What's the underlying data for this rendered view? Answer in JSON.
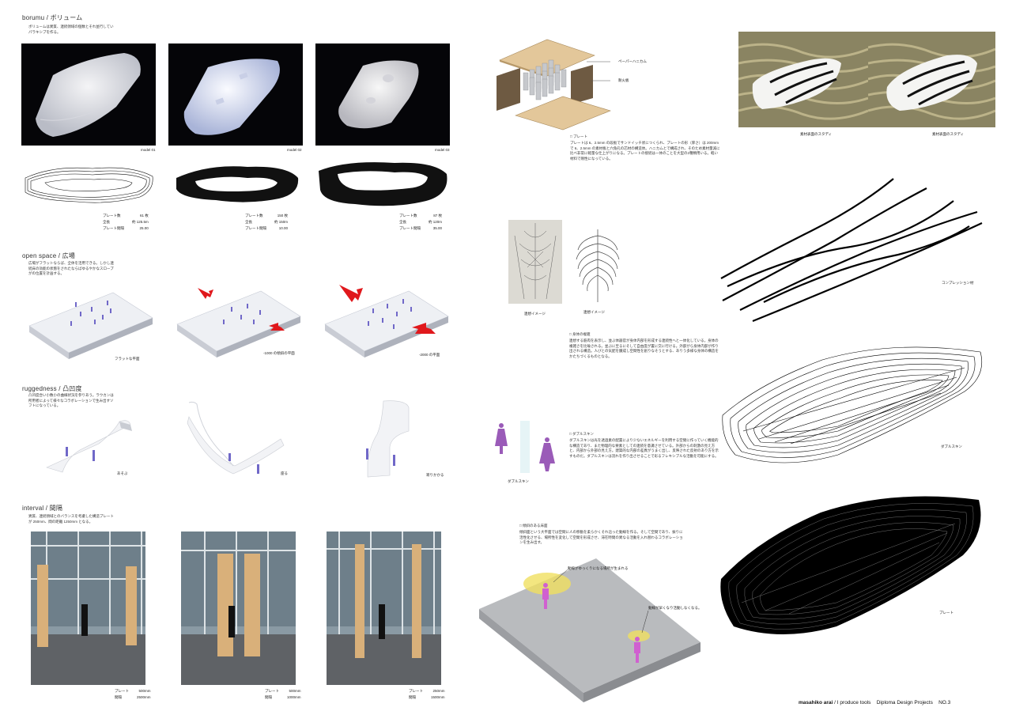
{
  "footer": {
    "author": "masahiko arai",
    "title": "I produce tools",
    "course": "Diploma Design Projects",
    "no": "NO.3"
  },
  "volume": {
    "title": "borumu / ボリューム",
    "desc": "ボリュームは異質、連続領域の個数とそれ並行していパラキシブを作る。",
    "models": [
      {
        "label": "model 01",
        "stats": [
          [
            "プレート数",
            "61 枚"
          ],
          [
            "全長",
            "約 125.5m"
          ],
          [
            "プレート間隔",
            "25.00"
          ]
        ]
      },
      {
        "label": "model 02",
        "stats": [
          [
            "プレート数",
            "150 枚"
          ],
          [
            "全長",
            "約 150m"
          ],
          [
            "プレート間隔",
            "10.00"
          ]
        ]
      },
      {
        "label": "model 03",
        "stats": [
          [
            "プレート数",
            "87 枚"
          ],
          [
            "全長",
            "約 120m"
          ],
          [
            "プレート間隔",
            "35.00"
          ]
        ]
      }
    ]
  },
  "openspace": {
    "title": "open space / 広場",
    "desc": "広場がフラットならば、全体を活用できる。しかし連続床の効能の状態をされたならばゆるやかなスロープがの位置を計画する。",
    "labels": [
      "フラットな平面",
      "-1000 の傾斜の平面",
      "-2000 の平面"
    ]
  },
  "ruggedness": {
    "title": "ruggedness / 凸凹度",
    "desc": "凸凹度合い小数小の曲線状況を参りあう。ラウカンは所用者によって様々なコラボレーションで生み出すソフトになっている。",
    "labels": [
      "あそぶ",
      "座る",
      "寄りかかる"
    ]
  },
  "interval": {
    "title": "interval / 間隔",
    "desc": "異質、連続領域とのバランスを考慮した構造プレートが 250mm、間の距離 1250mm となる。",
    "photos": [
      {
        "stats": [
          [
            "プレート",
            "500mm"
          ],
          [
            "間隔",
            "2500mm"
          ]
        ]
      },
      {
        "stats": [
          [
            "プレート",
            "500mm"
          ],
          [
            "間隔",
            "1000mm"
          ]
        ]
      },
      {
        "stats": [
          [
            "プレート",
            "250mm"
          ],
          [
            "間隔",
            "1500mm"
          ]
        ]
      }
    ]
  },
  "plate": {
    "labels": [
      "ペーパーハニカム",
      "耐火板"
    ],
    "heading": "□ プレート",
    "desc": "プレートは 6、2.5mm の段板でサンドイッチ状につくられ、プレートの形（厚さ）は 200mm で 6、2.5mm の素材板と六角孔の芯材の構造体。ハニカムとで構成され、そのため素材量減に比べ非常に軽量な仕上がりになる。プレートの接続は一体のことを大型の2種類用いる。軽い材料で剛性になっている。"
  },
  "anatomy": {
    "captions": [
      "連想イメージ",
      "連想イメージ"
    ],
    "heading": "□ 身体の複雑",
    "desc": "連想する筋肉を表示し、並ぶ体器官が身体内部を形成する連続性へと一体化している。身体の複雑さを比喩される。並ぶに至るにそして自由度が置に交に行ける。外部がら身体内部が作り出される構造。人びとの気配を醸成し空間性を創りなそうとする、ありう多様な身体の構造をかたちづくるものとなる。"
  },
  "doubleskin": {
    "heading": "□ ダブルスキン",
    "desc": "ダブルスキンは光を透過素の配置により少ないエネルギーを利用する空間に作っていく機能的な構造であり、また物理的な要素としての連続を意識させている。外部からの刺激の見え方と、内部から外部の見え方。建築的な内部の差異がうまく出し、反映された反射のあり方を示すものだ。ダブルスキンは流れを作り出させることで彩るフレキシブルな活動を可能にする。",
    "caption": "ダブルスキン"
  },
  "slope": {
    "heading": "□ 傾斜のある床面",
    "desc": "傾斜面という大平面では空間に人の移動を柔らかくそれ沿った動線を作る。そして空間であり、振りに活性化させる、場所性を変化して空間を形成させ、滞在時間の異なる活動を入れ替わるコラボレーションを生み出す。",
    "notes": [
      "動線がゆっくりになる場所が生まれる",
      "動線が早くなり活動しなくなる。"
    ]
  },
  "right": {
    "photo_captions": [
      "素材表面のスタディ",
      "素材表面のスタディ"
    ],
    "cap_lines": "コンプレッション材",
    "cap_skin": "ダブルスキン",
    "cap_plate": "プレート"
  },
  "colors": {
    "figure": "#7068c8",
    "arrow": "#e0181c",
    "plank": "#d9b07a",
    "pink": "#d060d0",
    "halo": "#f0e060"
  }
}
